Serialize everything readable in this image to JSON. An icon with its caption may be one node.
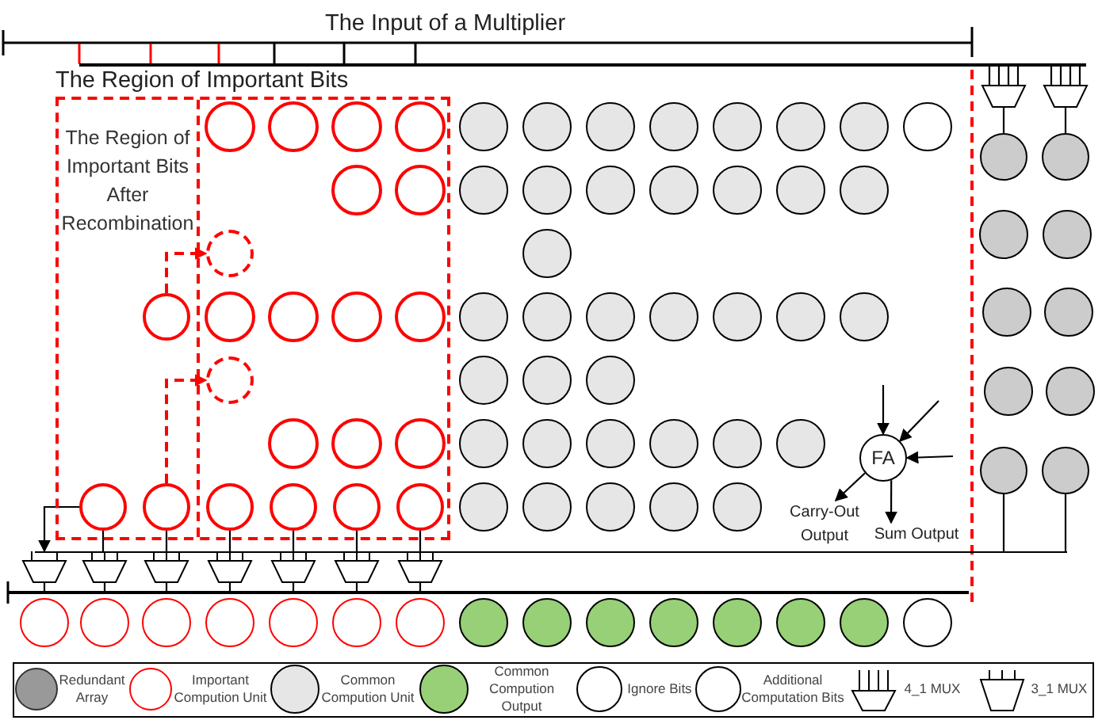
{
  "diagram": {
    "nodes": [
      {
        "text": [
          "The Region of Important Bits"
        ]
      },
      {
        "text": [
          "The Region of Important Bits After Recombination"
        ],
        "in": 0
      },
      {
        "text": [],
        "shape": "circle",
        "in": 0
      },
      {
        "text": [],
        "shape": "circle",
        "in": 1
      },
      {
        "text": [],
        "shape": "circle",
        "in": 0
      },
      {
        "text": [],
        "shape": "circle",
        "in": 1
      },
      {
        "text": [],
        "shape": "circle",
        "in": 1
      },
      {
        "text": [
          "FA"
        ]
      },
      {
        "text": [
          "Carry-Out Output"
        ]
      },
      {
        "text": [
          "Sum Output"
        ]
      },
      {
        "text": [],
        "shape": "trapezoid"
      },
      {
        "text": [],
        "shape": "circle",
        "in": 0
      },
      {
        "text": [],
        "shape": "circle",
        "in": 0
      },
      {
        "text": [],
        "shape": "circle",
        "in": 0
      },
      {
        "text": [],
        "shape": "circle",
        "in": 0
      },
      {
        "text": [],
        "shape": "trapezoid"
      },
      {
        "text": [],
        "shape": "trapezoid"
      },
      {
        "text": [],
        "shape": "trapezoid"
      },
      {
        "text": [],
        "shape": "trapezoid"
      },
      {
        "text": [],
        "shape": "trapezoid"
      },
      {
        "text": [],
        "shape": "trapezoid"
      },
      {
        "text": [],
        "shape": "trapezoid"
      },
      {
        "text": [],
        "shape": "trapezoid"
      },
      {
        "text": [],
        "shape": "circle"
      },
      {
        "text": [],
        "shape": "circle"
      },
      {
        "text": [],
        "shape": "circle"
      },
      {
        "text": [],
        "shape": "circle"
      },
      {
        "text": [],
        "shape": "bar"
      },
      {
        "text": [],
        "shape": "bar"
      },
      {
        "text": [],
        "shape": "bar"
      }
    ],
    "edges": [
      {
        "from": 3,
        "to": 2,
        "arrow": "to",
        "style": "dashed",
        "color": "#ff0000"
      },
      {
        "from": 6,
        "to": 4,
        "arrow": "to",
        "style": "dashed",
        "color": "#ff0000"
      },
      {
        "from": null,
        "to": 7,
        "arrow": "to"
      },
      {
        "from": null,
        "to": 7,
        "arrow": "to"
      },
      {
        "from": null,
        "to": 7,
        "arrow": "to"
      },
      {
        "from": 7,
        "to": 8,
        "arrow": "to"
      },
      {
        "from": 7,
        "to": 9,
        "arrow": "to"
      },
      {
        "from": 5,
        "to": 10,
        "arrow": "to"
      },
      {
        "from": 5,
        "to": 15,
        "arrow": "none"
      },
      {
        "from": 6,
        "to": 16,
        "arrow": "none"
      },
      {
        "from": 11,
        "to": 17,
        "arrow": "none"
      },
      {
        "from": 12,
        "to": 18,
        "arrow": "none"
      },
      {
        "from": 13,
        "to": 19,
        "arrow": "none"
      },
      {
        "from": 14,
        "to": 20,
        "arrow": "none"
      },
      {
        "from": 21,
        "to": 23,
        "arrow": "none"
      },
      {
        "from": 22,
        "to": 24,
        "arrow": "none"
      },
      {
        "from": 25,
        "to": 28,
        "arrow": "none"
      },
      {
        "from": 26,
        "to": 28,
        "arrow": "none"
      },
      {
        "from": 10,
        "to": 29,
        "arrow": "none"
      },
      {
        "from": 15,
        "to": 29,
        "arrow": "none"
      },
      {
        "from": 16,
        "to": 29,
        "arrow": "none"
      },
      {
        "from": 17,
        "to": 29,
        "arrow": "none"
      },
      {
        "from": 18,
        "to": 29,
        "arrow": "none"
      },
      {
        "from": 19,
        "to": 29,
        "arrow": "none"
      },
      {
        "from": 20,
        "to": 29,
        "arrow": "none"
      },
      {
        "from": 27,
        "to": 21,
        "arrow": "none"
      },
      {
        "from": 27,
        "to": 22,
        "arrow": "none"
      }
    ],
    "labels": [
      "The Input of a Multiplier"
    ],
    "legend": [
      {
        "text": "Redundant Array",
        "color": "#999999"
      },
      {
        "text": "Important Compution Unit"
      },
      {
        "text": "Common Compution Unit",
        "color": "#e6e6e6"
      },
      {
        "text": "Common Compution Output",
        "color": "#97d077"
      },
      {
        "text": "Ignore Bits",
        "color": "#ffffff"
      },
      {
        "text": "Additional Computation Bits",
        "color": "#ffffff"
      },
      {
        "text": "4_1 MUX"
      },
      {
        "text": "3_1 MUX"
      }
    ]
  }
}
